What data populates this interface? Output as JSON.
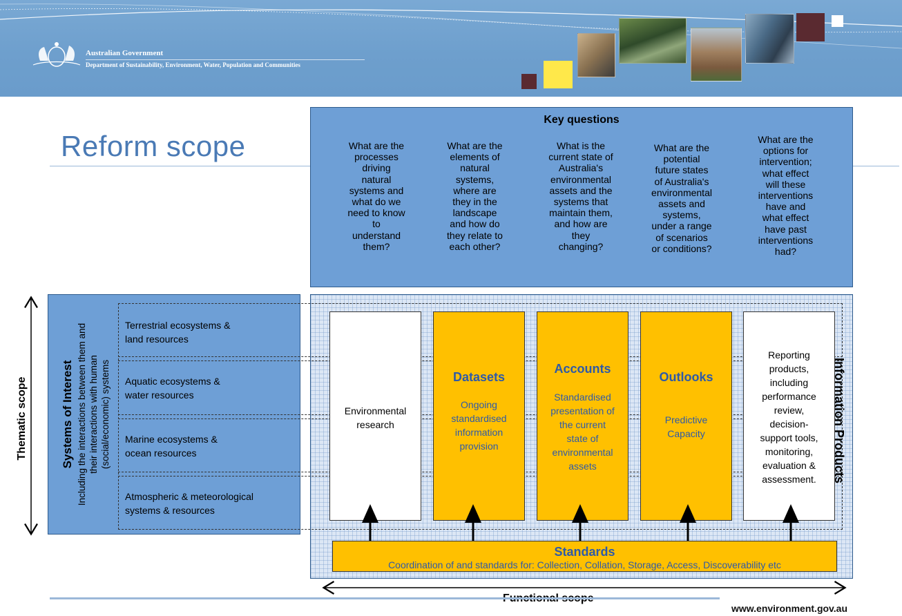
{
  "header": {
    "gov_name": "Australian Government",
    "department": "Department of Sustainability, Environment, Water, Population and Communities"
  },
  "title": "Reform scope",
  "key_questions": {
    "title": "Key questions",
    "questions": [
      "What are the\nprocesses\ndriving\nnatural\nsystems and\nwhat do we\nneed to know\nto\nunderstand\nthem?",
      "What are the\nelements of\nnatural\nsystems,\nwhere are\nthey in the\nlandscape\nand how do\nthey relate to\neach other?",
      "What is the\ncurrent state of\nAustralia's\nenvironmental\nassets and the\nsystems that\nmaintain them,\nand how are\nthey\nchanging?",
      "What are the\npotential\nfuture states\nof Australia's\nenvironmental\nassets and\nsystems,\nunder a range\nof scenarios\nor conditions?",
      "What are the\noptions for\nintervention;\nwhat effect\nwill these\ninterventions\nhave and\nwhat effect\nhave past\ninterventions\nhad?"
    ]
  },
  "systems_of_interest": {
    "title": "Systems of Interest",
    "subtitle_line1": "Including the interactions between them and",
    "subtitle_line2": "their interactions with human",
    "subtitle_line3": "(social/economic) systems",
    "items": [
      "Terrestrial ecosystems &\nland resources",
      "Aquatic ecosystems &\nwater resources",
      "Marine ecosystems &\nocean resources",
      "Atmospheric & meteorological\nsystems & resources"
    ]
  },
  "columns": [
    {
      "heading": "",
      "body": "Environmental\nresearch",
      "style": "white"
    },
    {
      "heading": "Datasets",
      "body": "Ongoing\nstandardised\ninformation\nprovision",
      "style": "gold"
    },
    {
      "heading": "Accounts",
      "body": "Standardised\npresentation of\nthe current\nstate of\nenvironmental\nassets",
      "style": "gold"
    },
    {
      "heading": "Outlooks",
      "body": "Predictive\nCapacity",
      "style": "gold"
    },
    {
      "heading": "",
      "body": "Reporting\nproducts,\nincluding\nperformance\nreview,\ndecision-\nsupport tools,\nmonitoring,\nevaluation &\nassessment.",
      "style": "white"
    }
  ],
  "standards": {
    "title": "Standards",
    "subtitle": "Coordination of and standards for: Collection, Collation, Storage, Access, Discoverability etc"
  },
  "information_products": "Information Products",
  "thematic_scope": "Thematic scope",
  "functional_scope": "Functional scope",
  "url": "www.environment.gov.au",
  "colors": {
    "banner": "#6e9fcd",
    "panel_blue": "#6e9fd6",
    "gold": "#ffc000",
    "heading_blue": "#2e5aa8",
    "title_blue": "#4a7ab5",
    "maroon": "#5a2a30",
    "yellow": "#ffe84a"
  }
}
